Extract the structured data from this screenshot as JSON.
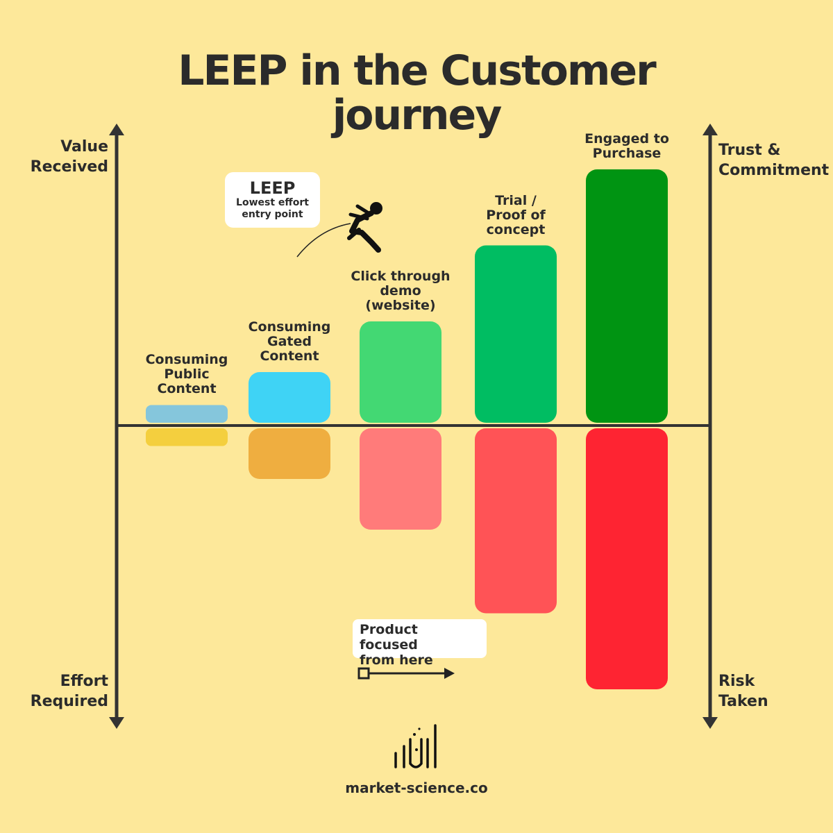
{
  "title": {
    "line1": "LEEP in the Customer",
    "line2": "journey"
  },
  "axes": {
    "left_top": "Value\nReceived",
    "left_bottom": "Effort\nRequired",
    "right_top": "Trust &\nCommitment",
    "right_bottom": "Risk\nTaken"
  },
  "leep_callout": {
    "title": "LEEP",
    "subtitle": "Lowest effort\nentry point"
  },
  "product_callout": "Product focused\nfrom here",
  "brand": "market-science.co",
  "colors": {
    "background": "#fde89a",
    "axis": "#333333",
    "text": "#2b2b2b"
  },
  "chart_data": {
    "type": "bar",
    "categories": [
      "Consuming\nPublic\nContent",
      "Consuming\nGated\nContent",
      "Click through\ndemo\n(website)",
      "Trial /\nProof of\nconcept",
      "Engaged to\nPurchase"
    ],
    "series": [
      {
        "values": [
          0.07,
          0.2,
          0.4,
          0.7,
          1.0
        ],
        "colors": [
          "#85c6dc",
          "#3fd3f5",
          "#43d873",
          "#00bd62",
          "#009412"
        ]
      },
      {
        "values": [
          -0.07,
          -0.2,
          -0.4,
          -0.73,
          -1.03
        ],
        "colors": [
          "#f4cf3e",
          "#efae40",
          "#ff7b7a",
          "#ff5356",
          "#fe2432"
        ]
      }
    ],
    "grid": false,
    "ylim": [
      -1.15,
      1.2
    ]
  }
}
